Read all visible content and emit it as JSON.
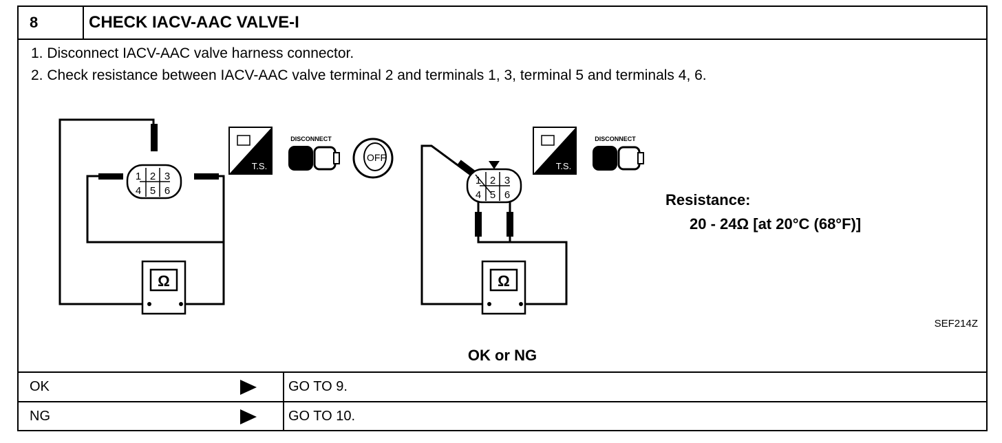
{
  "header": {
    "step_number": "8",
    "title": "CHECK IACV-AAC VALVE-I"
  },
  "instructions": [
    "1.  Disconnect IACV-AAC valve harness connector.",
    "2.  Check resistance between IACV-AAC valve terminal 2 and terminals 1, 3, terminal 5 and terminals 4, 6."
  ],
  "diagram": {
    "connector_terminals_top": [
      "1",
      "2",
      "3"
    ],
    "connector_terminals_bottom": [
      "4",
      "5",
      "6"
    ],
    "meter_symbol": "Ω",
    "ts_label": "T.S.",
    "disconnect_label": "DISCONNECT",
    "ignition_label": "OFF",
    "icons": [
      "ts-icon",
      "disconnect-icon",
      "ignition-off-icon",
      "ohmmeter-icon",
      "connector-icon"
    ]
  },
  "resistance": {
    "label": "Resistance:",
    "value": "20 - 24Ω  [at 20°C (68°F)]"
  },
  "figure_code": "SEF214Z",
  "decision": {
    "question": "OK or NG",
    "rows": [
      {
        "result": "OK",
        "action": "GO TO 9."
      },
      {
        "result": "NG",
        "action": "GO TO 10."
      }
    ]
  }
}
